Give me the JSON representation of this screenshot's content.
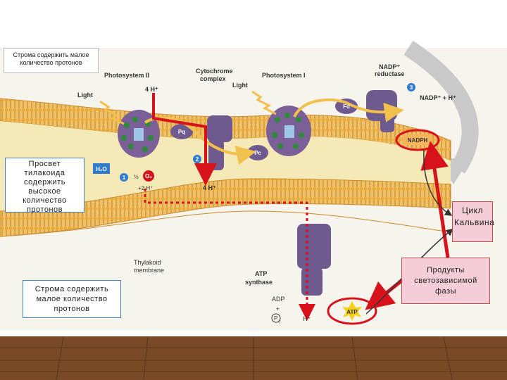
{
  "top_note": "Строма содержить малое количество протонов",
  "labels": {
    "photosystem2": "Photosystem II",
    "cytochrome_line1": "Cytochrome",
    "cytochrome_line2": "complex",
    "photosystem1": "Photosystem I",
    "nadp_reductase_line1": "NADP⁺",
    "nadp_reductase_line2": "reductase",
    "light_left": "Light",
    "light_right": "Light",
    "protons_top": "4 H⁺",
    "protons_lumen": "4 H⁺",
    "protons_water": "+2 H⁺",
    "half_o2": "½",
    "pq": "Pq",
    "pc": "Pc",
    "fd": "Fd",
    "step1": "1",
    "step2": "2",
    "step3": "3",
    "water": "H₂O",
    "oxygen": "O₂",
    "nadp_reaction": "NADP⁺ + H⁺",
    "nadph": "NADPH",
    "thylakoid_membrane_line1": "Thylakoid",
    "thylakoid_membrane_line2": "membrane",
    "atp_synthase_line1": "ATP",
    "atp_synthase_line2": "synthase",
    "adp": "ADP",
    "plus": "+",
    "pi": "P",
    "pi_sub": "i",
    "h_out": "H⁺",
    "atp": "ATP"
  },
  "callouts": {
    "lumen": "Просвет тилакоида содержить высокое количество протонов",
    "stroma": "Строма содержить малое количество протонов",
    "calvin": "Цикл Кальвина",
    "products": "Продукты светозависимой фазы"
  },
  "colors": {
    "membrane_lipid": "#e8a93a",
    "lumen": "#f4e9b7",
    "protein": "#6e5a8e",
    "electron_path": "#f2c04c",
    "proton_arrow": "#d8121b",
    "highlight_ring": "#d8121b",
    "pink_box": "#f4cdd8",
    "floor": "#7a4a26"
  }
}
